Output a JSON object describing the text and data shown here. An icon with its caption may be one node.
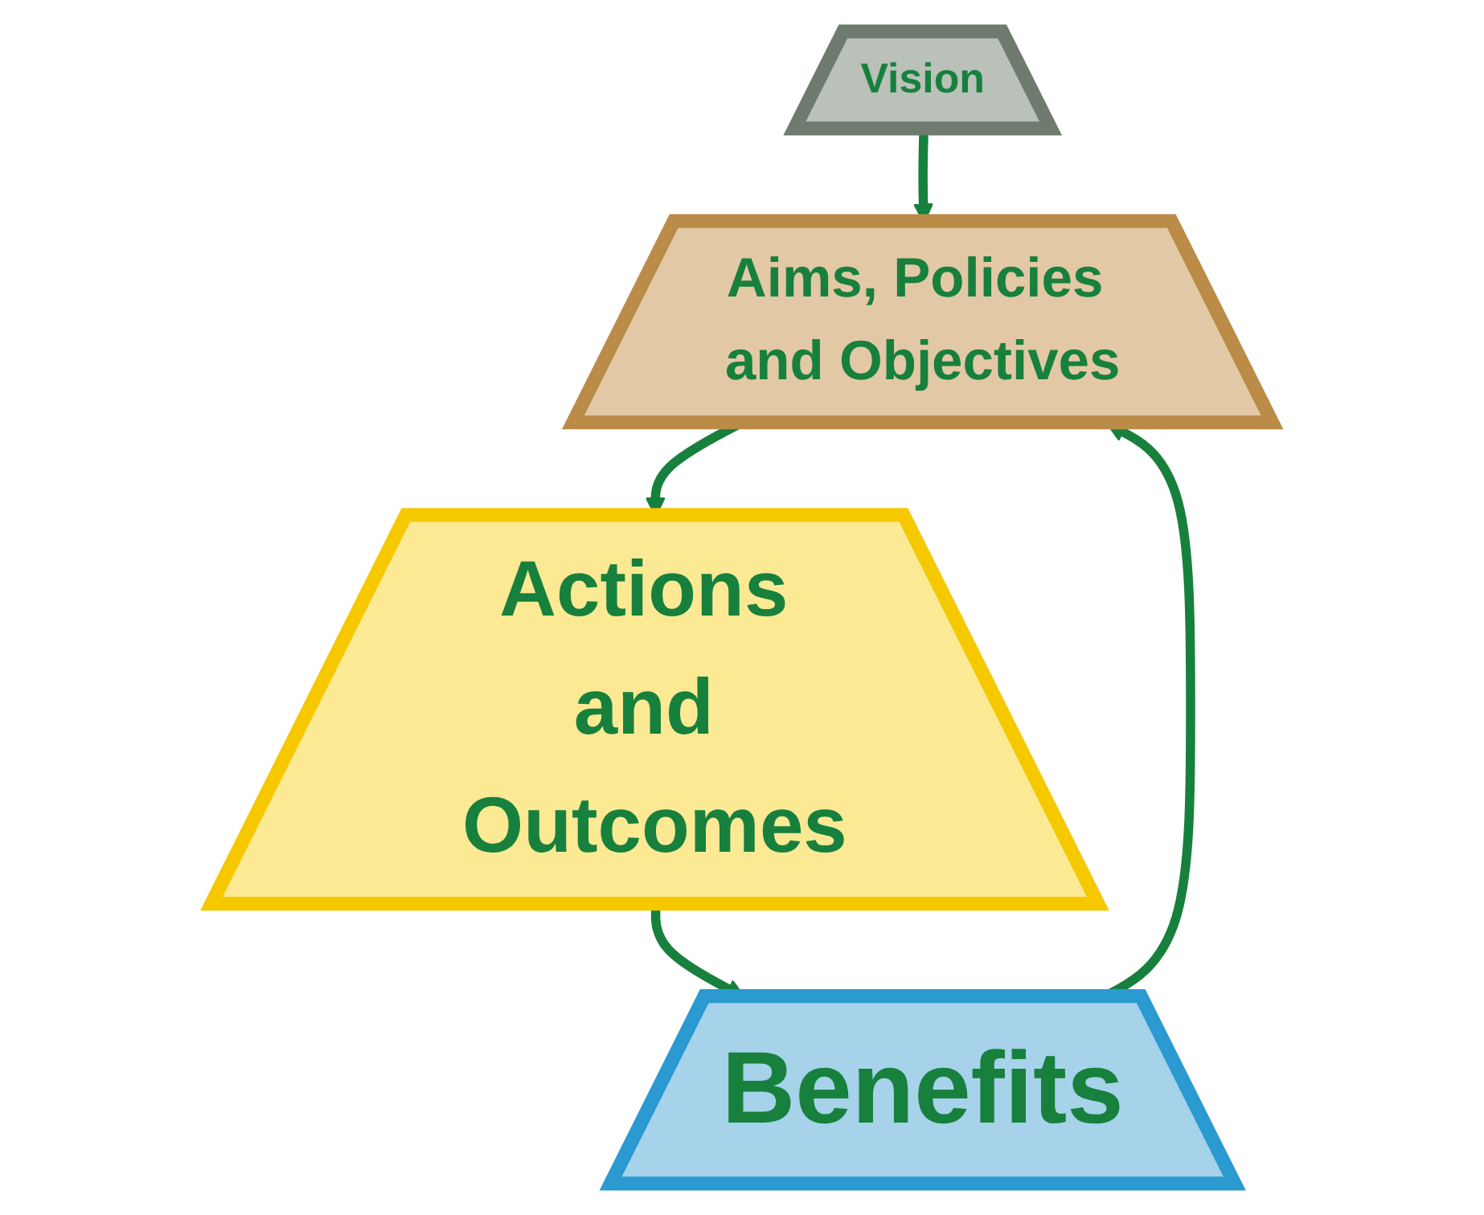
{
  "diagram": {
    "nodes": [
      {
        "text": [
          "Vision"
        ]
      },
      {
        "text": [
          "Aims, Policies and Objectives"
        ]
      },
      {
        "text": [
          "Actions and Outcomes"
        ]
      },
      {
        "text": [
          "Benefits"
        ]
      }
    ],
    "edges": [
      {
        "from": 0,
        "to": 1,
        "arrow": "to"
      },
      {
        "from": 1,
        "to": 2,
        "arrow": "to"
      },
      {
        "from": 2,
        "to": 3,
        "arrow": "to"
      },
      {
        "from": 3,
        "to": 1,
        "arrow": "to"
      }
    ]
  }
}
